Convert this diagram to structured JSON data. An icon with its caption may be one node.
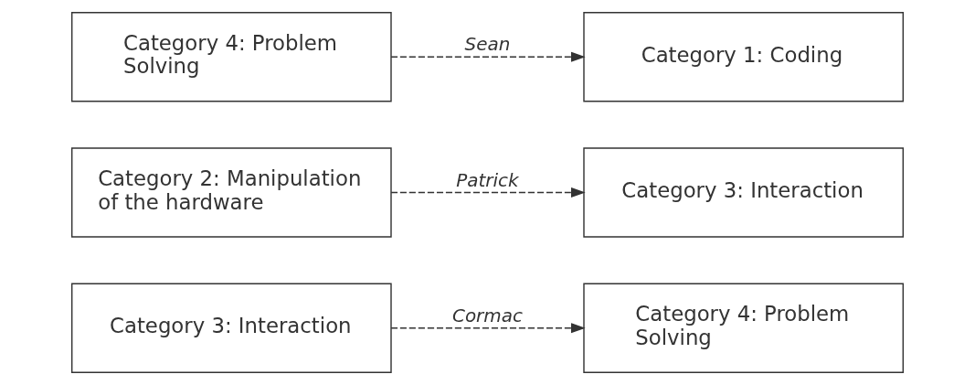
{
  "diagram": {
    "nodes": [
      {
        "text": [
          "Category 3: Interaction"
        ]
      },
      {
        "text": [
          "Category 4: Problem Solving"
        ]
      },
      {
        "text": [
          "Category 2: Manipulation of the hardware"
        ]
      },
      {
        "text": [
          "Category 3: Interaction"
        ]
      },
      {
        "text": [
          "Category 4: Problem Solving"
        ]
      },
      {
        "text": [
          "Category 1: Coding"
        ]
      }
    ],
    "edges": [
      {
        "from": 0,
        "to": 1,
        "arrow": "to",
        "label": "Cormac",
        "style": "dashed"
      },
      {
        "from": 2,
        "to": 3,
        "arrow": "to",
        "label": "Patrick",
        "style": "dashed"
      },
      {
        "from": 4,
        "to": 5,
        "arrow": "to",
        "label": "Sean",
        "style": "dashed"
      }
    ]
  }
}
